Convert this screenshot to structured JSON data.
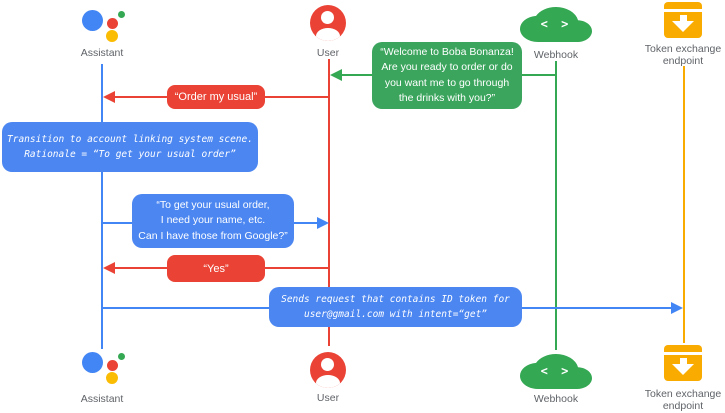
{
  "colors": {
    "blue": "#4285F4",
    "blue_box": "#4B86F1",
    "red": "#EA4335",
    "green": "#34A853",
    "green_bubble": "#3BA55D",
    "amber": "#F9AB00",
    "label_gray": "#5F6368"
  },
  "actors": {
    "assistant": {
      "label": "Assistant"
    },
    "user": {
      "label": "User"
    },
    "webhook": {
      "label": "Webhook"
    },
    "token_endpoint": {
      "label_line1": "Token exchange",
      "label_line2": "endpoint"
    }
  },
  "icons": {
    "webhook_glyph": "< >"
  },
  "messages": {
    "welcome": {
      "from": "webhook",
      "to": "user",
      "lines": [
        "“Welcome to Boba Bonanza!",
        "Are you ready to order or do",
        "you want me to go through",
        "the drinks with you?”"
      ]
    },
    "order_usual": {
      "from": "user",
      "to": "assistant",
      "label": "“Order my usual”"
    },
    "transition_note": {
      "attached_to": "assistant",
      "lines": [
        "Transition to account linking system scene.",
        "Rationale = “To get your usual order”"
      ]
    },
    "ask_details": {
      "from": "assistant",
      "to": "user",
      "lines": [
        "“To get your usual order,",
        "I need your name, etc.",
        "Can I have those from Google?”"
      ]
    },
    "yes": {
      "from": "user",
      "to": "assistant",
      "label": "“Yes”"
    },
    "sends_request": {
      "from": "assistant",
      "to": "token_endpoint",
      "lines": [
        "Sends request that contains ID token for",
        "user@gmail.com with intent=“get”"
      ]
    }
  }
}
